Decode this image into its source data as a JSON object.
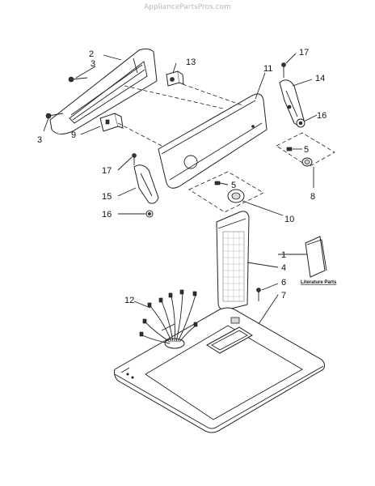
{
  "watermark": "AppliancePartsPros.com",
  "callouts": {
    "c1": "1",
    "c2": "2",
    "c3a": "3",
    "c3b": "3",
    "c4": "4",
    "c5a": "5",
    "c5b": "5",
    "c6": "6",
    "c7": "7",
    "c8": "8",
    "c9": "9",
    "c10": "10",
    "c11": "11",
    "c12": "12",
    "c13": "13",
    "c14": "14",
    "c15": "15",
    "c16a": "16",
    "c16b": "16",
    "c17a": "17",
    "c17b": "17"
  },
  "literature_label": "Literature Parts"
}
